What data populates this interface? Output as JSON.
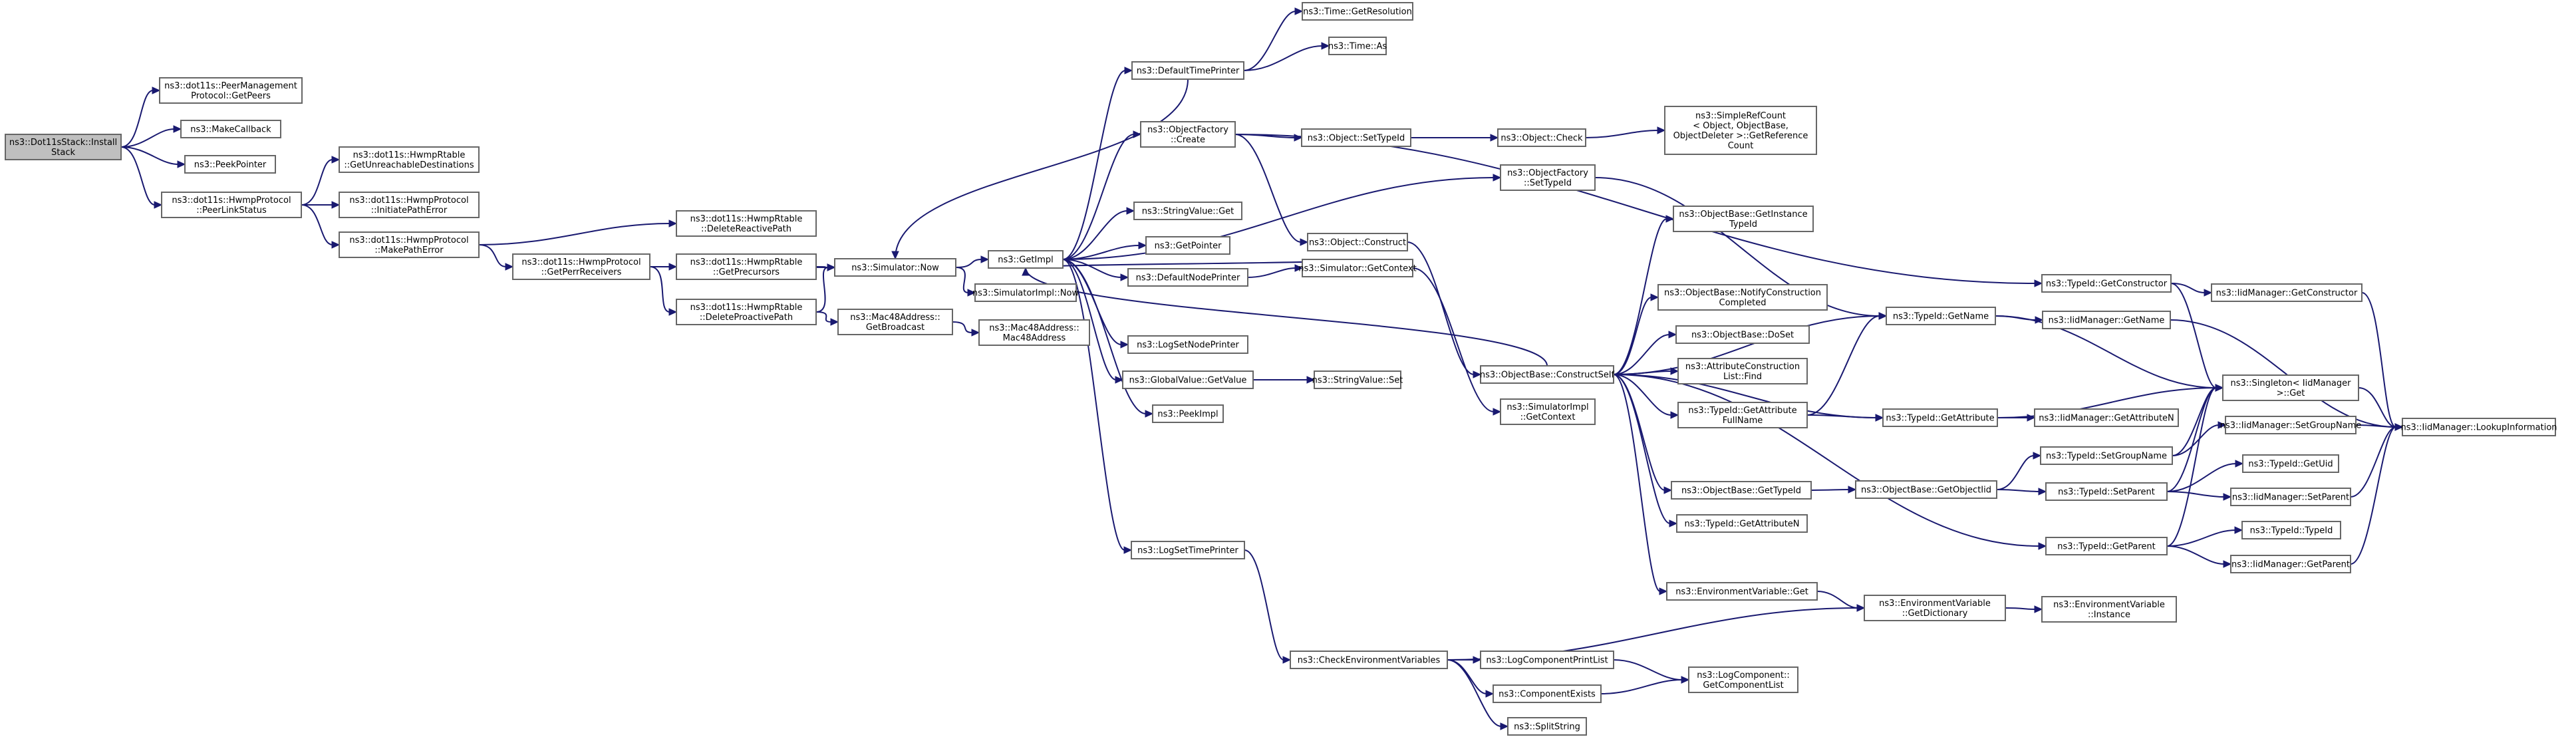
{
  "colors": {
    "edge": "#191970",
    "node_border": "#666666",
    "root_fill": "#bfbfbf",
    "node_fill": "#ffffff"
  },
  "diagram": {
    "type": "call-graph",
    "nodes": [
      {
        "id": "n0",
        "root": true,
        "lines": [
          "ns3::Dot11sStack::Install",
          "Stack"
        ]
      },
      {
        "id": "n1",
        "lines": [
          "ns3::dot11s::PeerManagement",
          "Protocol::GetPeers"
        ]
      },
      {
        "id": "n2",
        "lines": [
          "ns3::MakeCallback"
        ]
      },
      {
        "id": "n3",
        "lines": [
          "ns3::PeekPointer"
        ]
      },
      {
        "id": "n4",
        "lines": [
          "ns3::dot11s::HwmpProtocol",
          "::PeerLinkStatus"
        ]
      },
      {
        "id": "n5",
        "lines": [
          "ns3::dot11s::HwmpRtable",
          "::GetUnreachableDestinations"
        ]
      },
      {
        "id": "n6",
        "lines": [
          "ns3::dot11s::HwmpProtocol",
          "::InitiatePathError"
        ]
      },
      {
        "id": "n7",
        "lines": [
          "ns3::dot11s::HwmpProtocol",
          "::MakePathError"
        ]
      },
      {
        "id": "n8",
        "lines": [
          "ns3::dot11s::HwmpRtable",
          "::DeleteReactivePath"
        ]
      },
      {
        "id": "n9",
        "lines": [
          "ns3::dot11s::HwmpProtocol",
          "::GetPerrReceivers"
        ]
      },
      {
        "id": "n10",
        "lines": [
          "ns3::dot11s::HwmpRtable",
          "::GetPrecursors"
        ]
      },
      {
        "id": "n11",
        "lines": [
          "ns3::dot11s::HwmpRtable",
          "::DeleteProactivePath"
        ]
      },
      {
        "id": "n12",
        "lines": [
          "ns3::Simulator::Now"
        ]
      },
      {
        "id": "n13",
        "lines": [
          "ns3::Mac48Address::",
          "GetBroadcast"
        ]
      },
      {
        "id": "n14",
        "lines": [
          "ns3::Mac48Address::",
          "Mac48Address"
        ]
      },
      {
        "id": "n15",
        "lines": [
          "ns3::GetImpl"
        ]
      },
      {
        "id": "n16",
        "lines": [
          "ns3::SimulatorImpl::Now"
        ]
      },
      {
        "id": "n17",
        "lines": [
          "ns3::DefaultTimePrinter"
        ]
      },
      {
        "id": "n18",
        "lines": [
          "ns3::Time::GetResolution"
        ]
      },
      {
        "id": "n19",
        "lines": [
          "ns3::Time::As"
        ]
      },
      {
        "id": "n20",
        "lines": [
          "ns3::ObjectFactory",
          "::Create"
        ]
      },
      {
        "id": "n21",
        "lines": [
          "ns3::StringValue::Get"
        ]
      },
      {
        "id": "n22",
        "lines": [
          "ns3::GetPointer"
        ]
      },
      {
        "id": "n23",
        "lines": [
          "ns3::DefaultNodePrinter"
        ]
      },
      {
        "id": "n24",
        "lines": [
          "ns3::LogSetNodePrinter"
        ]
      },
      {
        "id": "n25",
        "lines": [
          "ns3::GlobalValue::GetValue"
        ]
      },
      {
        "id": "n26",
        "lines": [
          "ns3::PeekImpl"
        ]
      },
      {
        "id": "n27",
        "lines": [
          "ns3::LogSetTimePrinter"
        ]
      },
      {
        "id": "n28",
        "lines": [
          "ns3::Object::SetTypeId"
        ]
      },
      {
        "id": "n29",
        "lines": [
          "ns3::Object::Check"
        ]
      },
      {
        "id": "n30",
        "lines": [
          "ns3::SimpleRefCount",
          "< Object, ObjectBase,",
          "ObjectDeleter >::GetReference",
          "Count"
        ]
      },
      {
        "id": "n31",
        "lines": [
          "ns3::ObjectFactory",
          "::SetTypeId"
        ]
      },
      {
        "id": "n32",
        "lines": [
          "ns3::Object::Construct"
        ]
      },
      {
        "id": "n33",
        "lines": [
          "ns3::Simulator::GetContext"
        ]
      },
      {
        "id": "n34",
        "lines": [
          "ns3::StringValue::Set"
        ]
      },
      {
        "id": "n35",
        "lines": [
          "ns3::SimulatorImpl",
          "::GetContext"
        ]
      },
      {
        "id": "n36",
        "lines": [
          "ns3::ObjectBase::ConstructSelf"
        ]
      },
      {
        "id": "n37",
        "lines": [
          "ns3::ObjectBase::GetInstance",
          "TypeId"
        ]
      },
      {
        "id": "n38",
        "lines": [
          "ns3::ObjectBase::NotifyConstruction",
          "Completed"
        ]
      },
      {
        "id": "n39",
        "lines": [
          "ns3::ObjectBase::DoSet"
        ]
      },
      {
        "id": "n40",
        "lines": [
          "ns3::AttributeConstruction",
          "List::Find"
        ]
      },
      {
        "id": "n41",
        "lines": [
          "ns3::TypeId::GetAttribute",
          "FullName"
        ]
      },
      {
        "id": "n42",
        "lines": [
          "ns3::ObjectBase::GetTypeId"
        ]
      },
      {
        "id": "n43",
        "lines": [
          "ns3::TypeId::GetAttributeN"
        ]
      },
      {
        "id": "n44",
        "lines": [
          "ns3::EnvironmentVariable::Get"
        ]
      },
      {
        "id": "n45",
        "lines": [
          "ns3::TypeId::GetName"
        ]
      },
      {
        "id": "n46",
        "lines": [
          "ns3::TypeId::GetAttribute"
        ]
      },
      {
        "id": "n47",
        "lines": [
          "ns3::ObjectBase::GetObjectIid"
        ]
      },
      {
        "id": "n48",
        "lines": [
          "ns3::EnvironmentVariable",
          "::GetDictionary"
        ]
      },
      {
        "id": "n49",
        "lines": [
          "ns3::CheckEnvironmentVariables"
        ]
      },
      {
        "id": "n50",
        "lines": [
          "ns3::LogComponentPrintList"
        ]
      },
      {
        "id": "n51",
        "lines": [
          "ns3::ComponentExists"
        ]
      },
      {
        "id": "n52",
        "lines": [
          "ns3::SplitString"
        ]
      },
      {
        "id": "n53",
        "lines": [
          "ns3::LogComponent::",
          "GetComponentList"
        ]
      },
      {
        "id": "n54",
        "lines": [
          "ns3::TypeId::GetConstructor"
        ]
      },
      {
        "id": "n55",
        "lines": [
          "ns3::IidManager::GetConstructor"
        ]
      },
      {
        "id": "n56",
        "lines": [
          "ns3::IidManager::GetName"
        ]
      },
      {
        "id": "n57",
        "lines": [
          "ns3::IidManager::GetAttributeN"
        ]
      },
      {
        "id": "n58",
        "lines": [
          "ns3::TypeId::SetGroupName"
        ]
      },
      {
        "id": "n59",
        "lines": [
          "ns3::TypeId::SetParent"
        ]
      },
      {
        "id": "n60",
        "lines": [
          "ns3::TypeId::GetParent"
        ]
      },
      {
        "id": "n61",
        "lines": [
          "ns3::EnvironmentVariable",
          "::Instance"
        ]
      },
      {
        "id": "n62",
        "lines": [
          "ns3::Singleton< IidManager",
          ">::Get"
        ]
      },
      {
        "id": "n63",
        "lines": [
          "ns3::IidManager::SetGroupName"
        ]
      },
      {
        "id": "n64",
        "lines": [
          "ns3::TypeId::GetUid"
        ]
      },
      {
        "id": "n65",
        "lines": [
          "ns3::IidManager::SetParent"
        ]
      },
      {
        "id": "n66",
        "lines": [
          "ns3::TypeId::TypeId"
        ]
      },
      {
        "id": "n67",
        "lines": [
          "ns3::IidManager::GetParent"
        ]
      },
      {
        "id": "n68",
        "lines": [
          "ns3::IidManager::LookupInformation"
        ]
      }
    ],
    "edges": [
      [
        "n0",
        "n1"
      ],
      [
        "n0",
        "n2"
      ],
      [
        "n0",
        "n3"
      ],
      [
        "n0",
        "n4"
      ],
      [
        "n4",
        "n5"
      ],
      [
        "n4",
        "n6"
      ],
      [
        "n4",
        "n7"
      ],
      [
        "n7",
        "n8"
      ],
      [
        "n7",
        "n9"
      ],
      [
        "n9",
        "n10"
      ],
      [
        "n9",
        "n11"
      ],
      [
        "n9",
        "n12"
      ],
      [
        "n10",
        "n12"
      ],
      [
        "n11",
        "n12"
      ],
      [
        "n11",
        "n13"
      ],
      [
        "n13",
        "n14"
      ],
      [
        "n12",
        "n15"
      ],
      [
        "n12",
        "n16"
      ],
      [
        "n15",
        "n17"
      ],
      [
        "n15",
        "n20"
      ],
      [
        "n15",
        "n21"
      ],
      [
        "n15",
        "n22"
      ],
      [
        "n15",
        "n23"
      ],
      [
        "n15",
        "n24"
      ],
      [
        "n15",
        "n25"
      ],
      [
        "n15",
        "n26"
      ],
      [
        "n15",
        "n27"
      ],
      [
        "n15",
        "n31"
      ],
      [
        "n17",
        "n12"
      ],
      [
        "n17",
        "n18"
      ],
      [
        "n17",
        "n19"
      ],
      [
        "n20",
        "n28"
      ],
      [
        "n20",
        "n32"
      ],
      [
        "n20",
        "n54"
      ],
      [
        "n28",
        "n29"
      ],
      [
        "n29",
        "n30"
      ],
      [
        "n31",
        "n45"
      ],
      [
        "n32",
        "n36"
      ],
      [
        "n23",
        "n33"
      ],
      [
        "n33",
        "n15"
      ],
      [
        "n33",
        "n35"
      ],
      [
        "n25",
        "n34"
      ],
      [
        "n36",
        "n15"
      ],
      [
        "n36",
        "n37"
      ],
      [
        "n36",
        "n38"
      ],
      [
        "n36",
        "n39"
      ],
      [
        "n36",
        "n40"
      ],
      [
        "n36",
        "n41"
      ],
      [
        "n36",
        "n42"
      ],
      [
        "n36",
        "n43"
      ],
      [
        "n36",
        "n44"
      ],
      [
        "n36",
        "n45"
      ],
      [
        "n36",
        "n46"
      ],
      [
        "n36",
        "n60"
      ],
      [
        "n41",
        "n45"
      ],
      [
        "n41",
        "n46"
      ],
      [
        "n42",
        "n47"
      ],
      [
        "n47",
        "n58"
      ],
      [
        "n47",
        "n59"
      ],
      [
        "n44",
        "n48"
      ],
      [
        "n48",
        "n61"
      ],
      [
        "n27",
        "n49"
      ],
      [
        "n49",
        "n48"
      ],
      [
        "n49",
        "n50"
      ],
      [
        "n49",
        "n51"
      ],
      [
        "n49",
        "n52"
      ],
      [
        "n50",
        "n53"
      ],
      [
        "n51",
        "n53"
      ],
      [
        "n45",
        "n56"
      ],
      [
        "n45",
        "n62"
      ],
      [
        "n46",
        "n57"
      ],
      [
        "n46",
        "n62"
      ],
      [
        "n54",
        "n55"
      ],
      [
        "n54",
        "n62"
      ],
      [
        "n55",
        "n68"
      ],
      [
        "n56",
        "n68"
      ],
      [
        "n58",
        "n62"
      ],
      [
        "n58",
        "n63"
      ],
      [
        "n59",
        "n62"
      ],
      [
        "n59",
        "n64"
      ],
      [
        "n59",
        "n65"
      ],
      [
        "n60",
        "n62"
      ],
      [
        "n60",
        "n66"
      ],
      [
        "n60",
        "n67"
      ],
      [
        "n62",
        "n68"
      ],
      [
        "n63",
        "n68"
      ],
      [
        "n65",
        "n68"
      ],
      [
        "n67",
        "n68"
      ]
    ]
  }
}
